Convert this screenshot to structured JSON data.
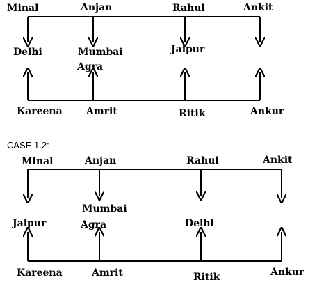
{
  "case1": {
    "top_names": [
      "Minal",
      "Anjan",
      "Rahul",
      "Ankit"
    ],
    "cities_top": [
      "Delhi",
      "Mumbai",
      "Jaipur"
    ],
    "city_extra": "Agra",
    "bottom_names": [
      "Kareena",
      "Amrit",
      "Ritik",
      "Ankur"
    ]
  },
  "case2": {
    "heading": "CASE 1.2:",
    "top_names": [
      "Minal",
      "Anjan",
      "Rahul",
      "Ankit"
    ],
    "cities": [
      "Jaipur",
      "Mumbai",
      "Delhi"
    ],
    "city_extra": "Agra",
    "bottom_names": [
      "Kareena",
      "Amrit",
      "Ritik",
      "Ankur"
    ]
  }
}
